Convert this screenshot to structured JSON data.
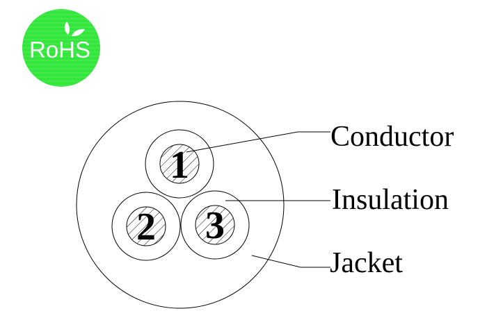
{
  "badge": {
    "text": "RoHS",
    "color": "#33e63c",
    "icon": "leaf-icon"
  },
  "cores": [
    {
      "number": "1"
    },
    {
      "number": "2"
    },
    {
      "number": "3"
    }
  ],
  "labels": {
    "conductor": "Conductor",
    "insulation": "Insulation",
    "jacket": "Jacket"
  }
}
